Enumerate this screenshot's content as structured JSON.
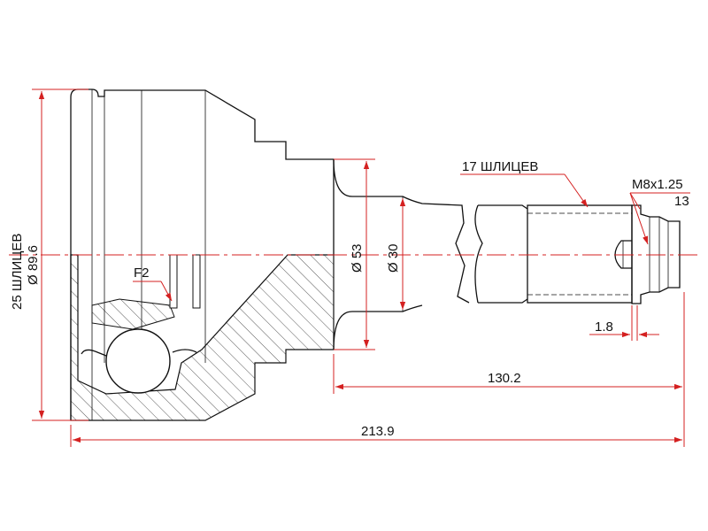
{
  "diagram": {
    "colors": {
      "outline": "#111111",
      "dimension": "#d42020",
      "background": "#ffffff"
    },
    "labels": {
      "outer_splines": "25 ШЛИЦЕВ",
      "outer_diameter": "Ø 89.6",
      "feature_f2": "F2",
      "diameter_53": "Ø 53",
      "diameter_30": "Ø 30",
      "shaft_splines": "17 ШЛИЦЕВ",
      "thread": "M8x1.25",
      "thread_wrench": "13",
      "offset_small": "1.8",
      "length_shaft": "130.2",
      "length_total": "213.9"
    }
  }
}
